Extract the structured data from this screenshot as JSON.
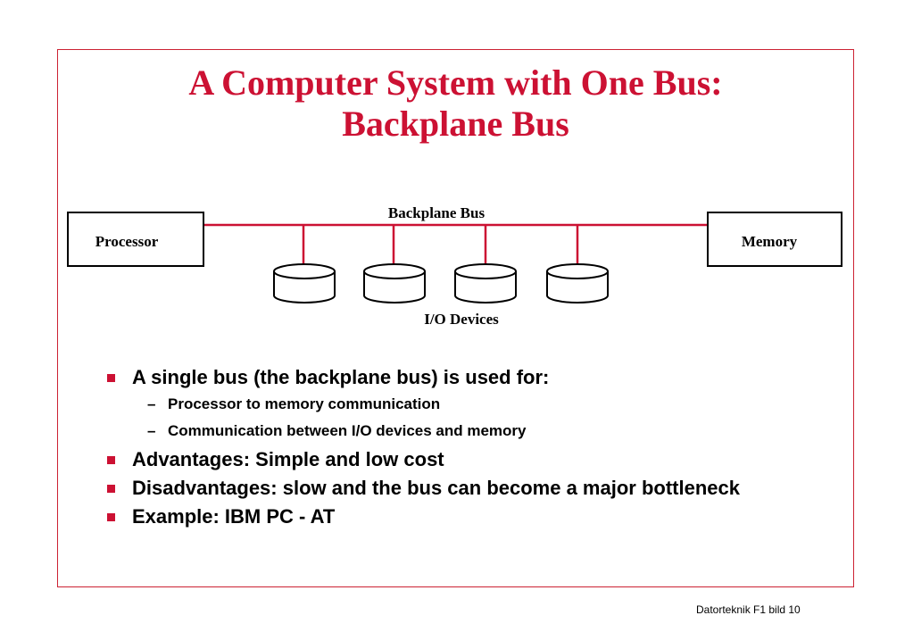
{
  "title": {
    "line1": "A Computer System with One Bus:",
    "line2": "Backplane Bus"
  },
  "diagram": {
    "bus_label": "Backplane Bus",
    "processor_label": "Processor",
    "memory_label": "Memory",
    "io_label": "I/O Devices",
    "io_device_count": 4,
    "bus_color": "#cc1133"
  },
  "bullets": [
    {
      "text": "A single bus (the backplane bus) is used for:",
      "sub": [
        "Processor to memory communication",
        "Communication between I/O devices and memory"
      ]
    },
    {
      "text": "Advantages: Simple and low cost",
      "sub": []
    },
    {
      "text": "Disadvantages: slow and the bus can become a major bottleneck",
      "sub": []
    },
    {
      "text": "Example: IBM PC - AT",
      "sub": []
    }
  ],
  "sub_marker": "–",
  "footer": "Datorteknik F1 bild 10",
  "colors": {
    "accent": "#cc1133",
    "frame": "#cc2233"
  }
}
